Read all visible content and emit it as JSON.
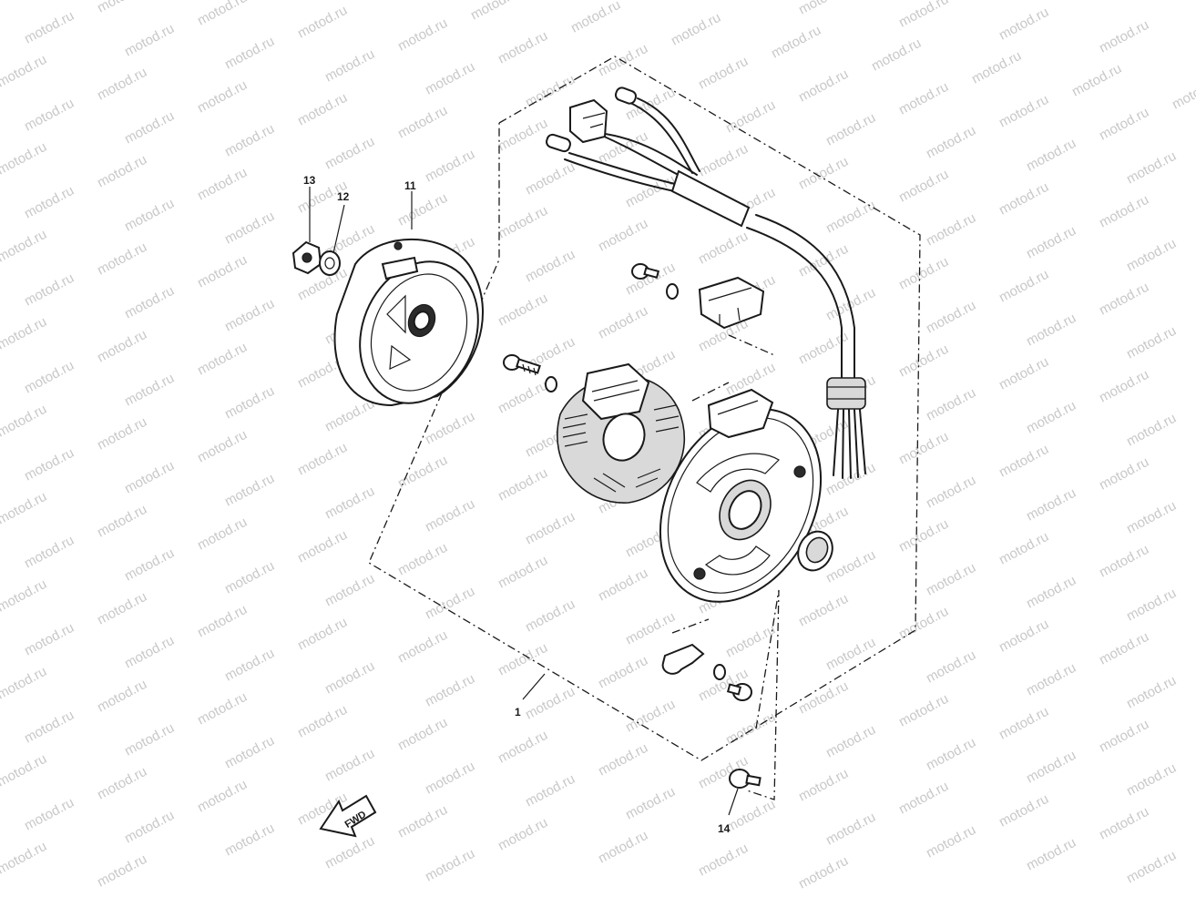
{
  "watermark": "motod.ru",
  "labels": {
    "part_1": "1",
    "part_11": "11",
    "part_12": "12",
    "part_13": "13",
    "part_14": "14"
  },
  "forward_arrow": "FWD"
}
